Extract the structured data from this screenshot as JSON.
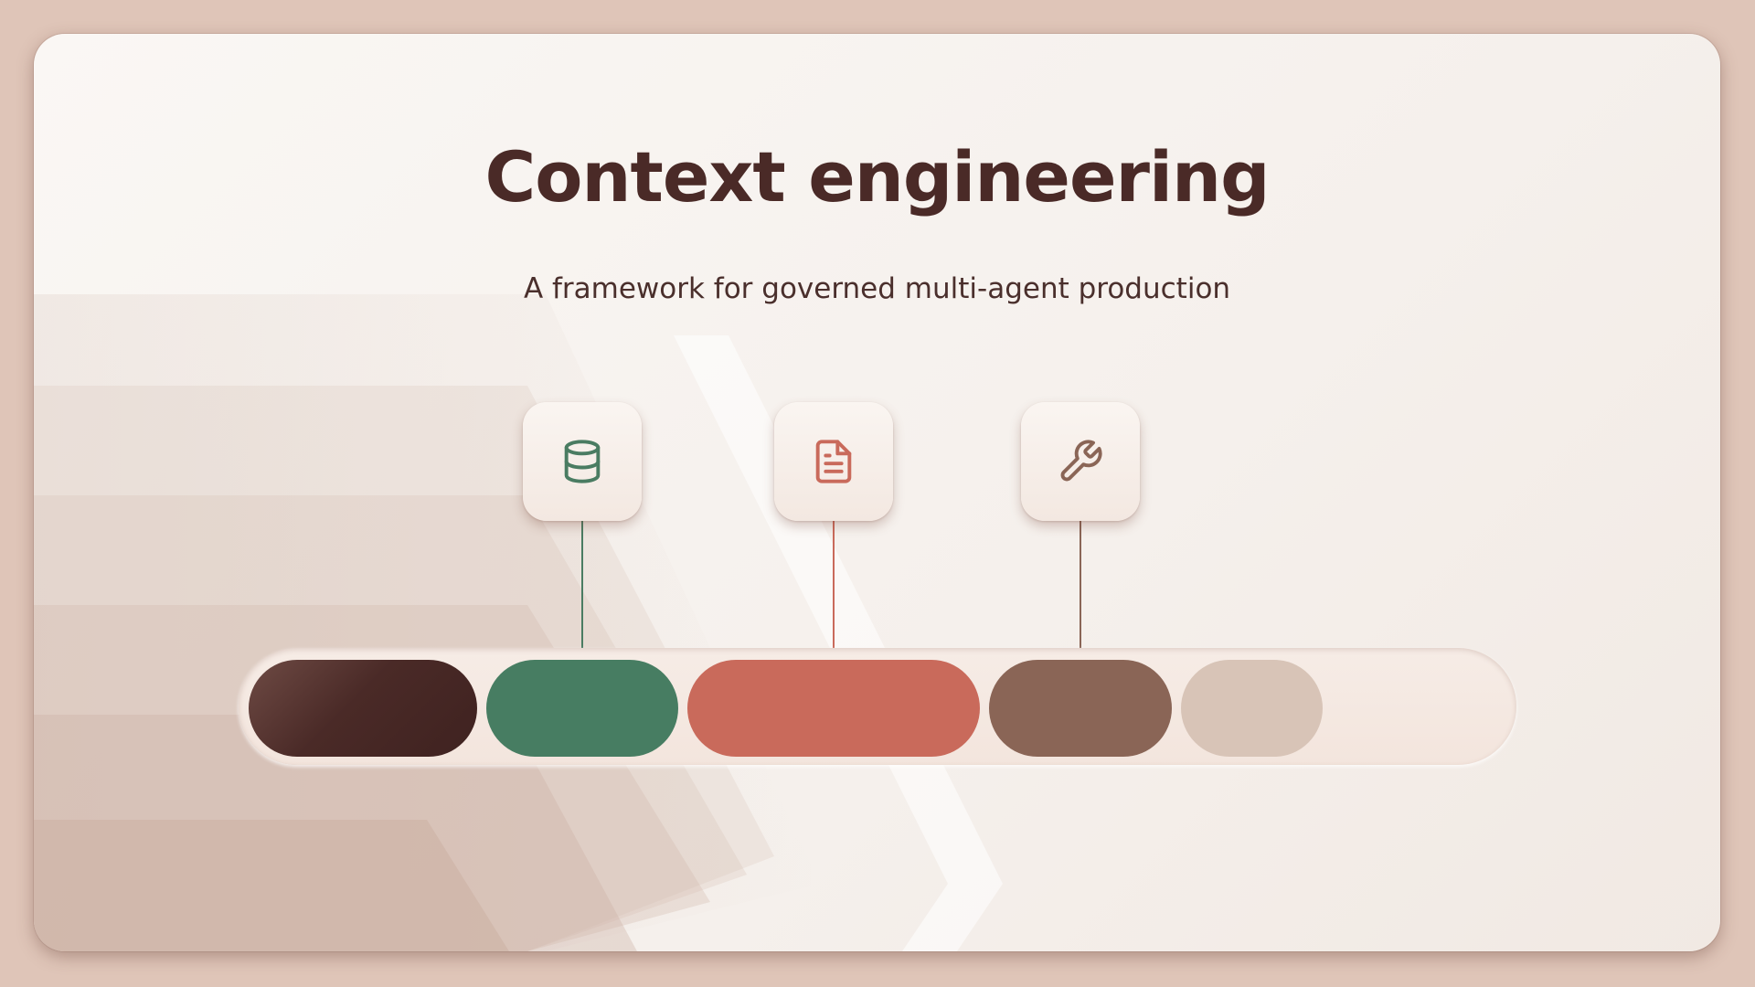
{
  "slide": {
    "title": "Context engineering",
    "subtitle": "A framework for governed multi-agent production"
  },
  "icons": [
    {
      "name": "database-icon",
      "color": "#4a7c62"
    },
    {
      "name": "document-icon",
      "color": "#c96a5b"
    },
    {
      "name": "wrench-icon",
      "color": "#8a6556"
    }
  ],
  "segments": [
    {
      "name": "dark-brown",
      "color": "#4a2a27"
    },
    {
      "name": "green",
      "color": "#477d62"
    },
    {
      "name": "coral",
      "color": "#c96a5b"
    },
    {
      "name": "brown",
      "color": "#8a6556"
    },
    {
      "name": "beige",
      "color": "#d8c4b7"
    }
  ]
}
